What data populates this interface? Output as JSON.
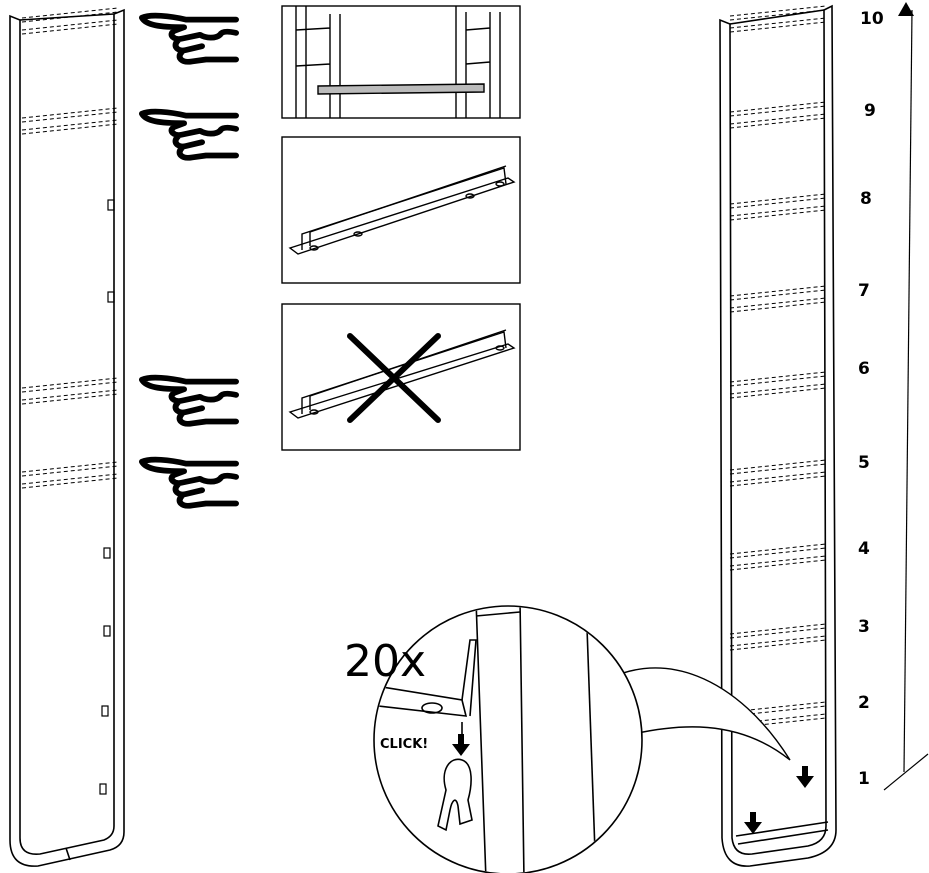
{
  "callout": {
    "quantity": "20x",
    "sound": "CLICK!"
  },
  "shelf_positions": [
    "1",
    "2",
    "3",
    "4",
    "5",
    "6",
    "7",
    "8",
    "9",
    "10"
  ],
  "icons": {
    "pointer": "pointing-hand-icon",
    "wrong": "cross-mark-icon",
    "down": "down-arrow-icon"
  }
}
